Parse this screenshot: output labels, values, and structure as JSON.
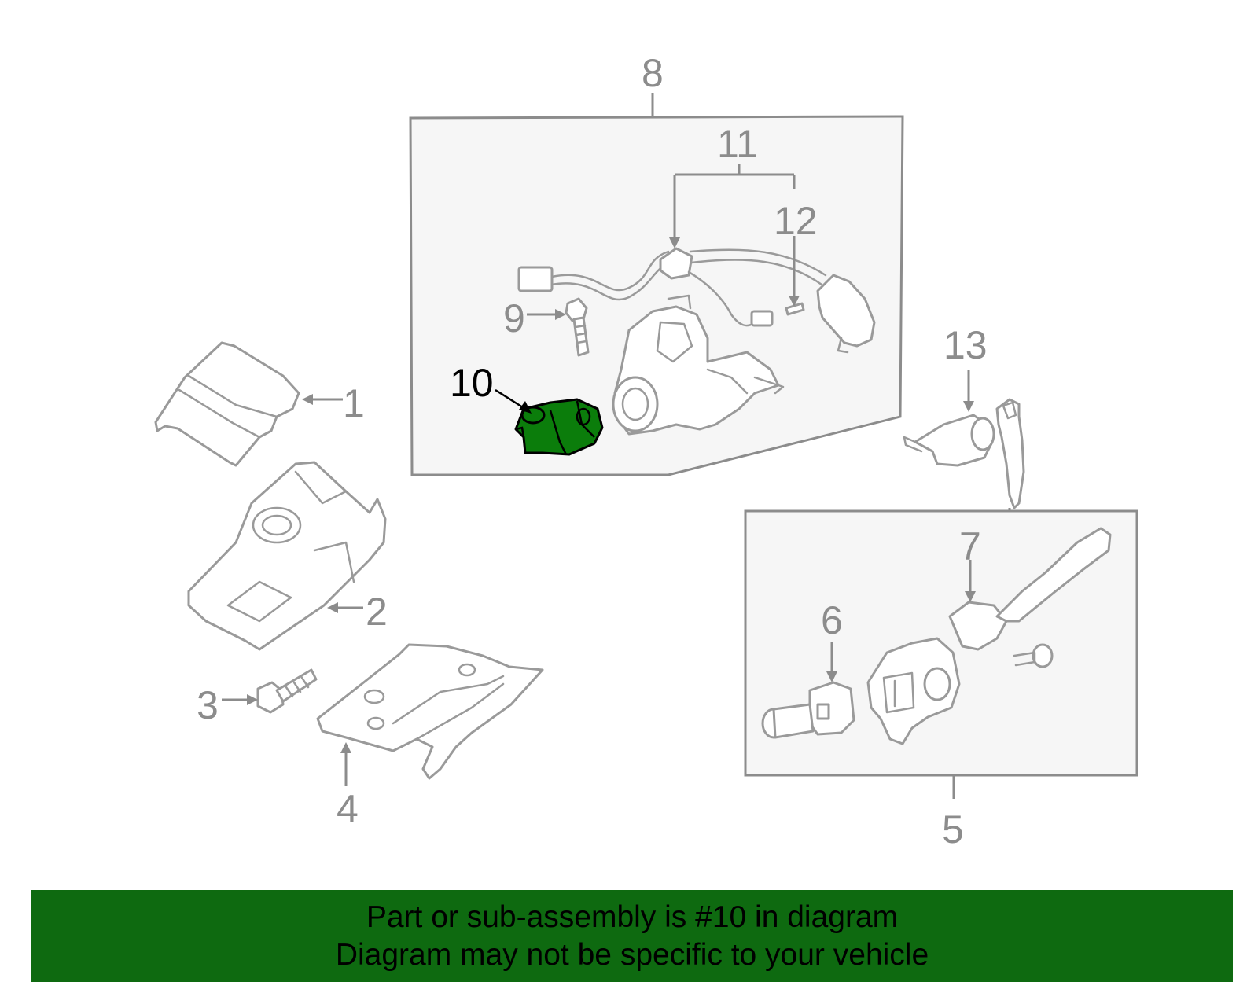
{
  "diagram": {
    "callouts": [
      "1",
      "2",
      "3",
      "4",
      "5",
      "6",
      "7",
      "8",
      "9",
      "10",
      "11",
      "12",
      "13"
    ],
    "highlighted_callout": "10"
  },
  "banner": {
    "line1": "Part or sub-assembly is #10 in diagram",
    "line2": "Diagram may not be specific to your vehicle",
    "color": "#0e6a10"
  },
  "colors": {
    "line_art": "#9a9a9a",
    "highlight_part": "#0b7d0b",
    "assembly_box_fill": "#f6f6f6"
  }
}
